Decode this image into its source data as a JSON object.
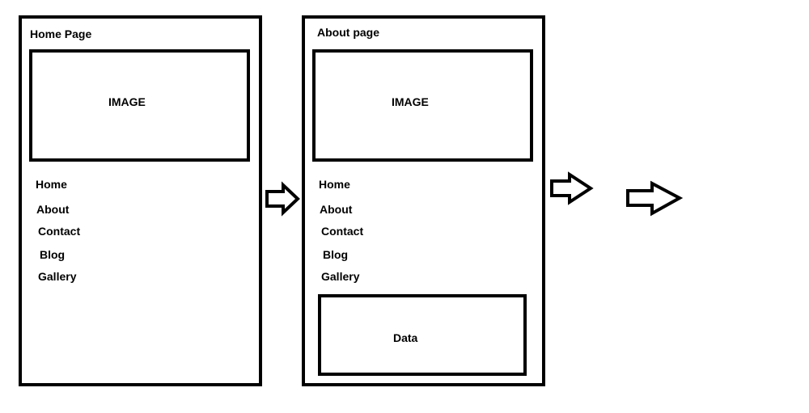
{
  "pages": [
    {
      "title": "Home Page",
      "image_label": "IMAGE",
      "nav": [
        "Home",
        "About",
        "Contact",
        "Blog",
        "Gallery"
      ]
    },
    {
      "title": "About page",
      "image_label": "IMAGE",
      "nav": [
        "Home",
        "About",
        "Contact",
        "Blog",
        "Gallery"
      ],
      "data_label": "Data"
    }
  ],
  "arrows": [
    "arrow-right-icon",
    "arrow-right-icon",
    "arrow-right-icon"
  ]
}
